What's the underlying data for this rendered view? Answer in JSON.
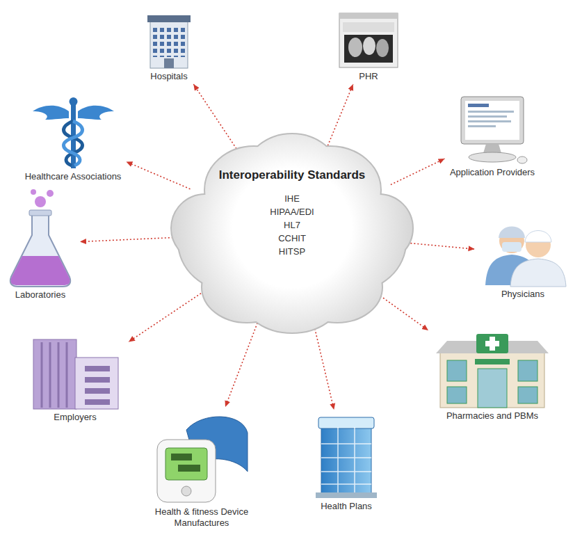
{
  "diagram": {
    "nodes": [
      {
        "text": [
          "Interoperability Standards",
          "IHE",
          "HIPAA/EDI",
          "HL7",
          "CCHIT",
          "HITSP"
        ]
      },
      {
        "text": [
          "Hospitals"
        ]
      },
      {
        "text": [
          "PHR"
        ]
      },
      {
        "text": [
          "Application Providers"
        ]
      },
      {
        "text": [
          "Physicians"
        ]
      },
      {
        "text": [
          "Pharmacies and PBMs"
        ]
      },
      {
        "text": [
          "Health Plans"
        ]
      },
      {
        "text": [
          "Health & fitness Device Manufactures"
        ]
      },
      {
        "text": [
          "Employers"
        ]
      },
      {
        "text": [
          "Laboratories"
        ]
      },
      {
        "text": [
          "Healthcare Associations"
        ]
      }
    ],
    "edges": [
      {
        "from": 0,
        "to": 1,
        "arrow": "to"
      },
      {
        "from": 0,
        "to": 2,
        "arrow": "to"
      },
      {
        "from": 0,
        "to": 3,
        "arrow": "to"
      },
      {
        "from": 0,
        "to": 4,
        "arrow": "to"
      },
      {
        "from": 0,
        "to": 5,
        "arrow": "to"
      },
      {
        "from": 0,
        "to": 6,
        "arrow": "to"
      },
      {
        "from": 0,
        "to": 7,
        "arrow": "to"
      },
      {
        "from": 0,
        "to": 8,
        "arrow": "to"
      },
      {
        "from": 0,
        "to": 9,
        "arrow": "to"
      },
      {
        "from": 0,
        "to": 10,
        "arrow": "to"
      }
    ]
  }
}
